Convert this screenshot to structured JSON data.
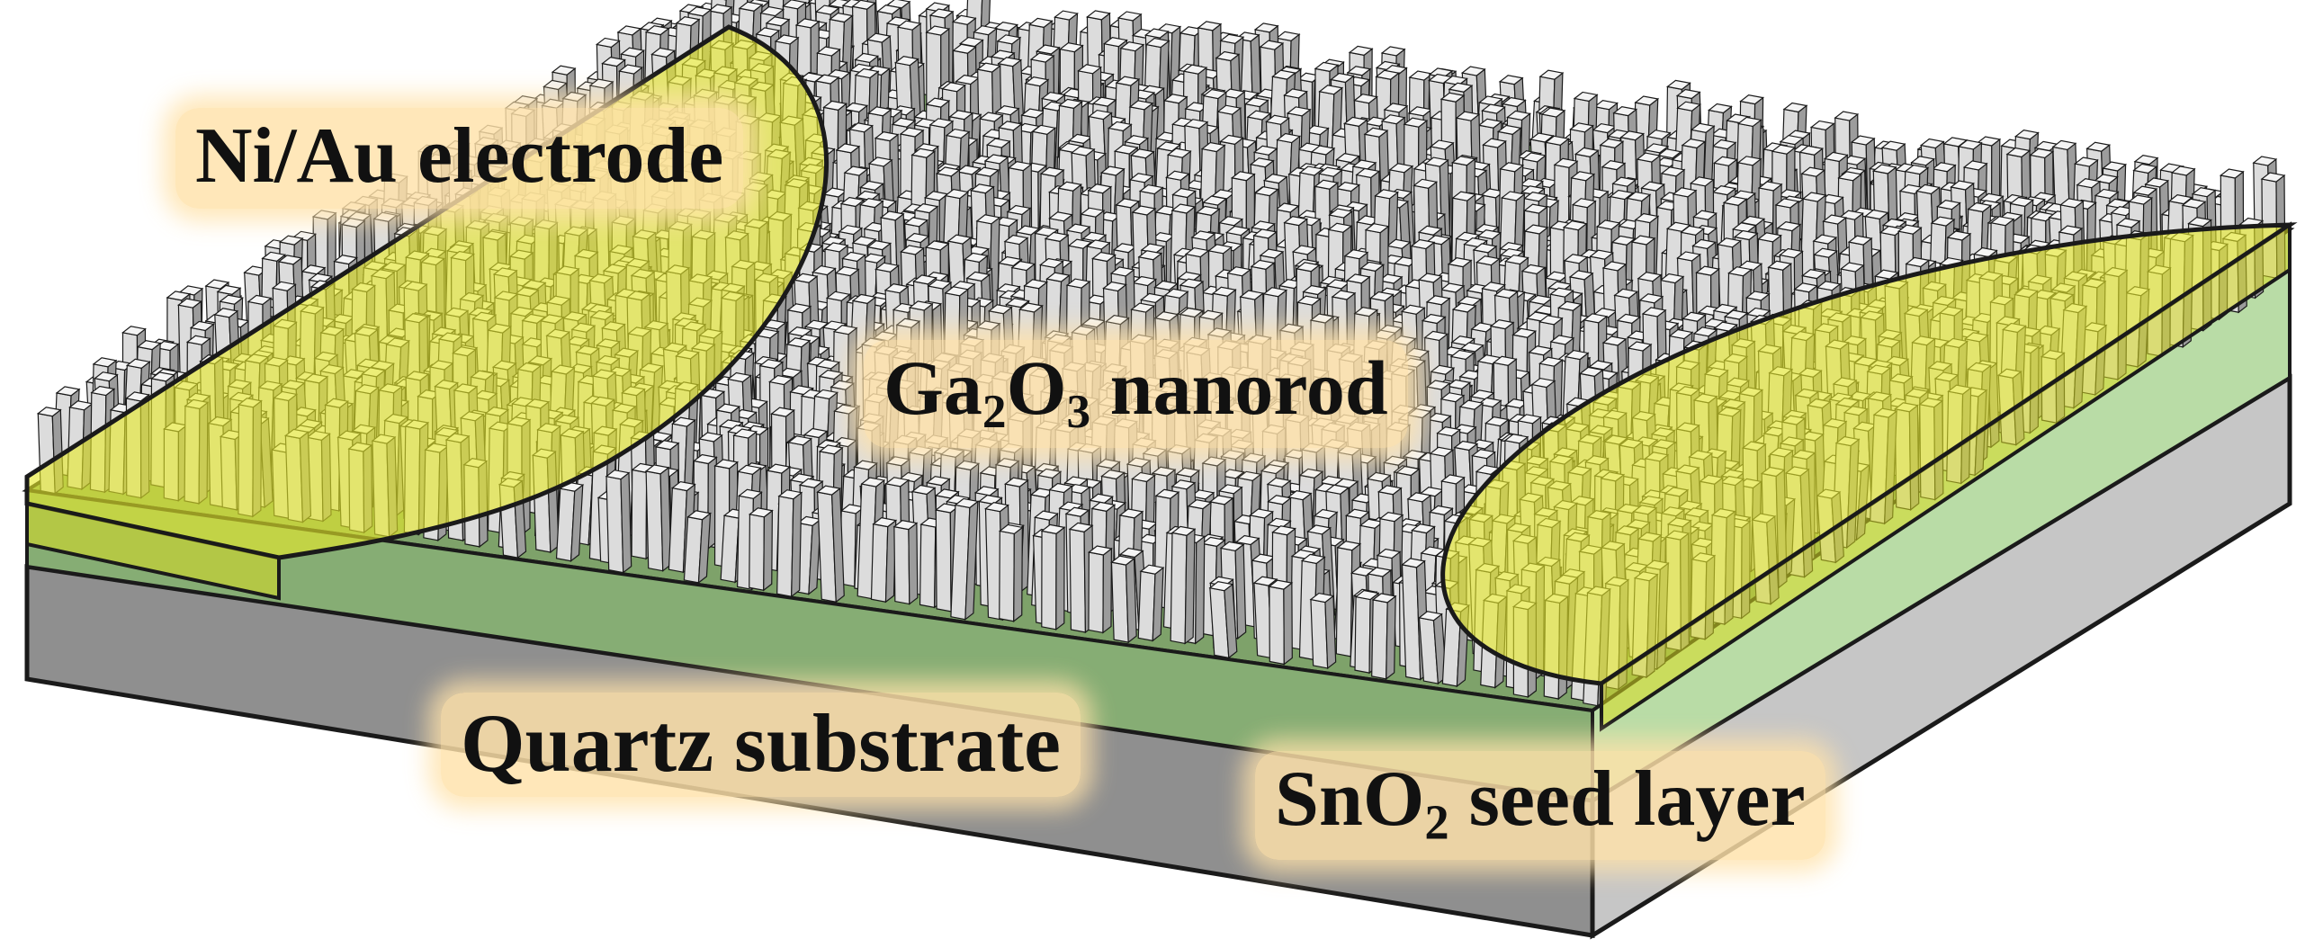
{
  "labels": {
    "electrode": "Ni/Au electrode",
    "nanorod": {
      "pre": "Ga",
      "sub1": "2",
      "mid": "O",
      "sub2": "3",
      "post": " nanorod"
    },
    "substrate": "Quartz substrate",
    "seed": {
      "pre": "SnO",
      "sub": "2",
      "post": " seed layer"
    }
  },
  "colors": {
    "quartz_top": "#9a9a9a",
    "quartz_front": "#8f8f8f",
    "quartz_side": "#c6c6c6",
    "seed_layer": "#7ea26a",
    "seed_layer_side": "#b9dca6",
    "nanorod_top": "#f4f4f4",
    "nanorod_front": "#dcdcdc",
    "nanorod_side": "#9c9c9c",
    "electrode": "#e6ea2a",
    "outline": "#1a1a1a"
  }
}
